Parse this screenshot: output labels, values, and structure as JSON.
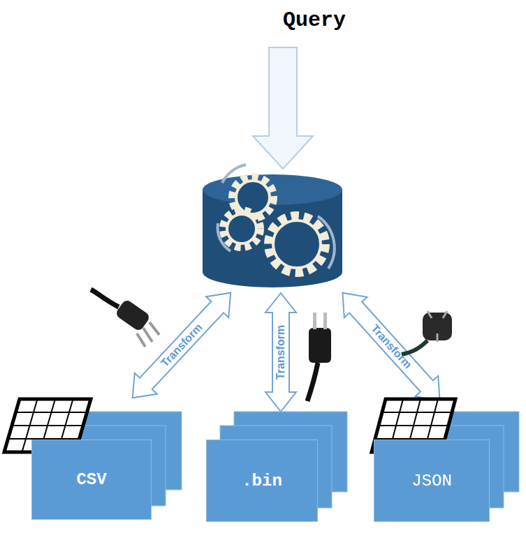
{
  "diagram": {
    "title": "Query",
    "nodes": [
      {
        "text": [
          "CSV"
        ]
      },
      {
        "text": [
          ".bin"
        ]
      },
      {
        "text": [
          "JSON"
        ]
      }
    ],
    "labels": [
      "Transform",
      "Transform",
      "Transform"
    ]
  }
}
